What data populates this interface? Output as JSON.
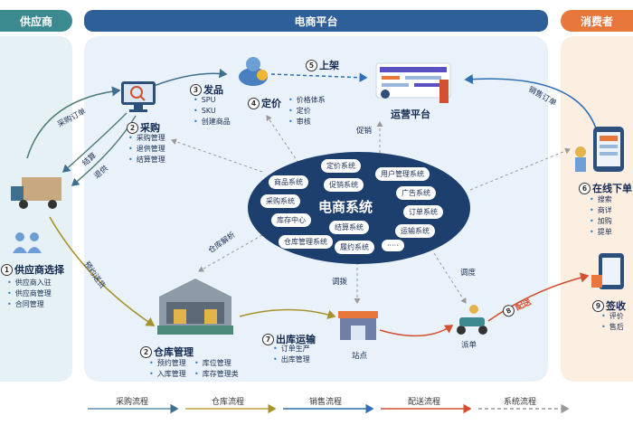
{
  "headers": {
    "supplier": "供应商",
    "platform": "电商平台",
    "consumer": "消费者"
  },
  "colors": {
    "supplier_header": "#3a8a8f",
    "platform_header": "#2f5f99",
    "consumer_header": "#e8773c",
    "hub": "#1d3f6e",
    "left_bg": "#e6f1f6",
    "mid_bg": "#e9f2fa",
    "right_bg": "#fdeee2"
  },
  "hub": {
    "title": "电商系统",
    "modules": [
      "定价系统",
      "商品系统",
      "促销系统",
      "用户管理系统",
      "广告系统",
      "采购系统",
      "库存中心",
      "订单系统",
      "结算系统",
      "运输系统",
      "仓库管理系统",
      "履约系统",
      "·····"
    ]
  },
  "steps": {
    "supplier_select": {
      "num": "1",
      "title": "供应商选择",
      "items": [
        "供应商入驻",
        "供应商管理",
        "合同管理"
      ]
    },
    "purchase": {
      "num": "2",
      "title": "采购",
      "items": [
        "采购管理",
        "退供管理",
        "结算管理"
      ]
    },
    "warehouse": {
      "num": "2",
      "title": "仓库管理",
      "col1": [
        "预约管理",
        "入库管理"
      ],
      "col2": [
        "库位管理",
        "库存管理类"
      ]
    },
    "publish": {
      "num": "3",
      "title": "发品",
      "items": [
        "SPU",
        "SKU",
        "创建商品"
      ]
    },
    "pricing": {
      "num": "4",
      "title": "定价",
      "items": [
        "价格体系",
        "定价",
        "审核"
      ]
    },
    "listing": {
      "num": "5",
      "title": "上架"
    },
    "online_order": {
      "num": "6",
      "title": "在线下单",
      "items": [
        "搜索",
        "商详",
        "加购",
        "提单"
      ]
    },
    "outbound": {
      "num": "7",
      "title": "出库运输",
      "items": [
        "订单生产",
        "出库管理"
      ]
    },
    "delivery": {
      "num": "8",
      "title": "配送"
    },
    "receipt": {
      "num": "9",
      "title": "签收",
      "items": [
        "评价",
        "售后"
      ]
    }
  },
  "labels": {
    "ops_platform": "运营平台",
    "purchase_order": "采购订单",
    "settle": "结算",
    "return": "退供",
    "appointment": "预约送货",
    "warehouse_parse": "仓库解析",
    "promotion": "促销",
    "sales_order": "销售订单",
    "dispatch": "调拨",
    "schedule": "调度",
    "station": "站点",
    "dispatch_order": "派单"
  },
  "legend": [
    {
      "label": "采购流程",
      "color": "#5d8fae"
    },
    {
      "label": "仓库流程",
      "color": "#b7a23e"
    },
    {
      "label": "销售流程",
      "color": "#2f6fb3"
    },
    {
      "label": "配送流程",
      "color": "#d2502f"
    },
    {
      "label": "系统流程",
      "color": "#999999"
    }
  ]
}
